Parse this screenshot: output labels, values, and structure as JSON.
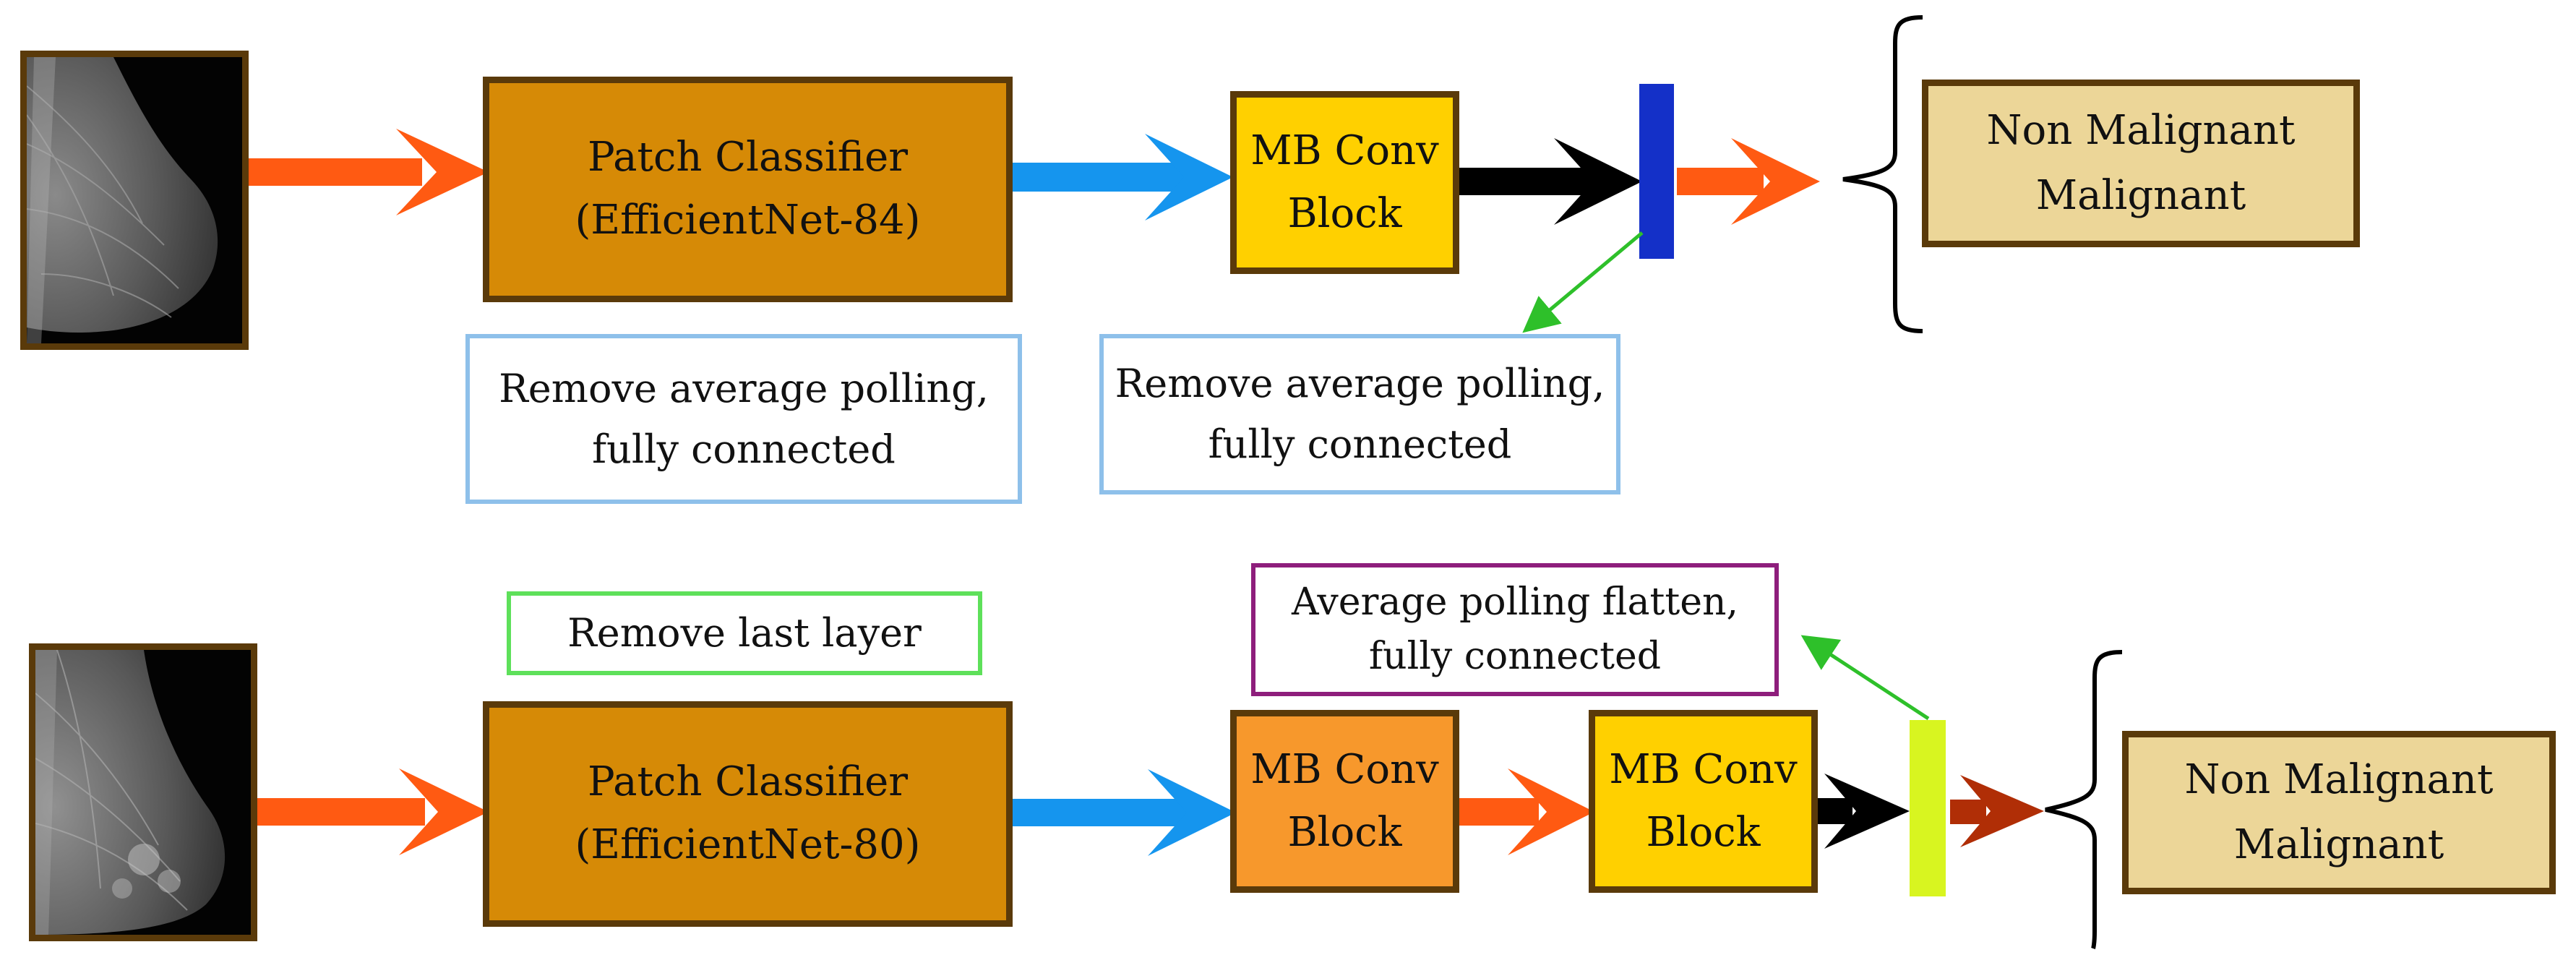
{
  "pipeline_top": {
    "patch_classifier": {
      "line1": "Patch Classifier",
      "line2": "(EfficientNet-84)"
    },
    "mb_conv_block": {
      "line1": "MB Conv",
      "line2": "Block"
    },
    "note_left": {
      "line1": "Remove average polling,",
      "line2": "fully connected"
    },
    "note_right": {
      "line1": "Remove average polling,",
      "line2": "fully connected"
    },
    "output": {
      "class1": "Non Malignant",
      "class2": "Malignant"
    }
  },
  "pipeline_bottom": {
    "note_remove_last_layer": "Remove last layer",
    "note_average_pooling": {
      "line1": "Average polling flatten,",
      "line2": "fully connected"
    },
    "patch_classifier": {
      "line1": "Patch Classifier",
      "line2": "(EfficientNet-80)"
    },
    "mb_conv_block_1": {
      "line1": "MB Conv",
      "line2": "Block"
    },
    "mb_conv_block_2": {
      "line1": "MB Conv",
      "line2": "Block"
    },
    "output": {
      "class1": "Non Malignant",
      "class2": "Malignant"
    }
  },
  "colors": {
    "block_brown": "#d68a06",
    "block_yellow": "#ffd000",
    "block_orange": "#f7982c",
    "output_beige": "#ecd698",
    "arrow_orange": "#ff5a12",
    "arrow_blue": "#1595ee",
    "arrow_black": "#000000",
    "arrow_darkred": "#b02e06",
    "layer_blue": "#1430c8",
    "layer_lime": "#d8f520",
    "pointer_green": "#2ec02a"
  },
  "icons": [
    "mammogram-image",
    "arrow-right-icon",
    "curly-brace-icon",
    "layer-bar-icon"
  ]
}
